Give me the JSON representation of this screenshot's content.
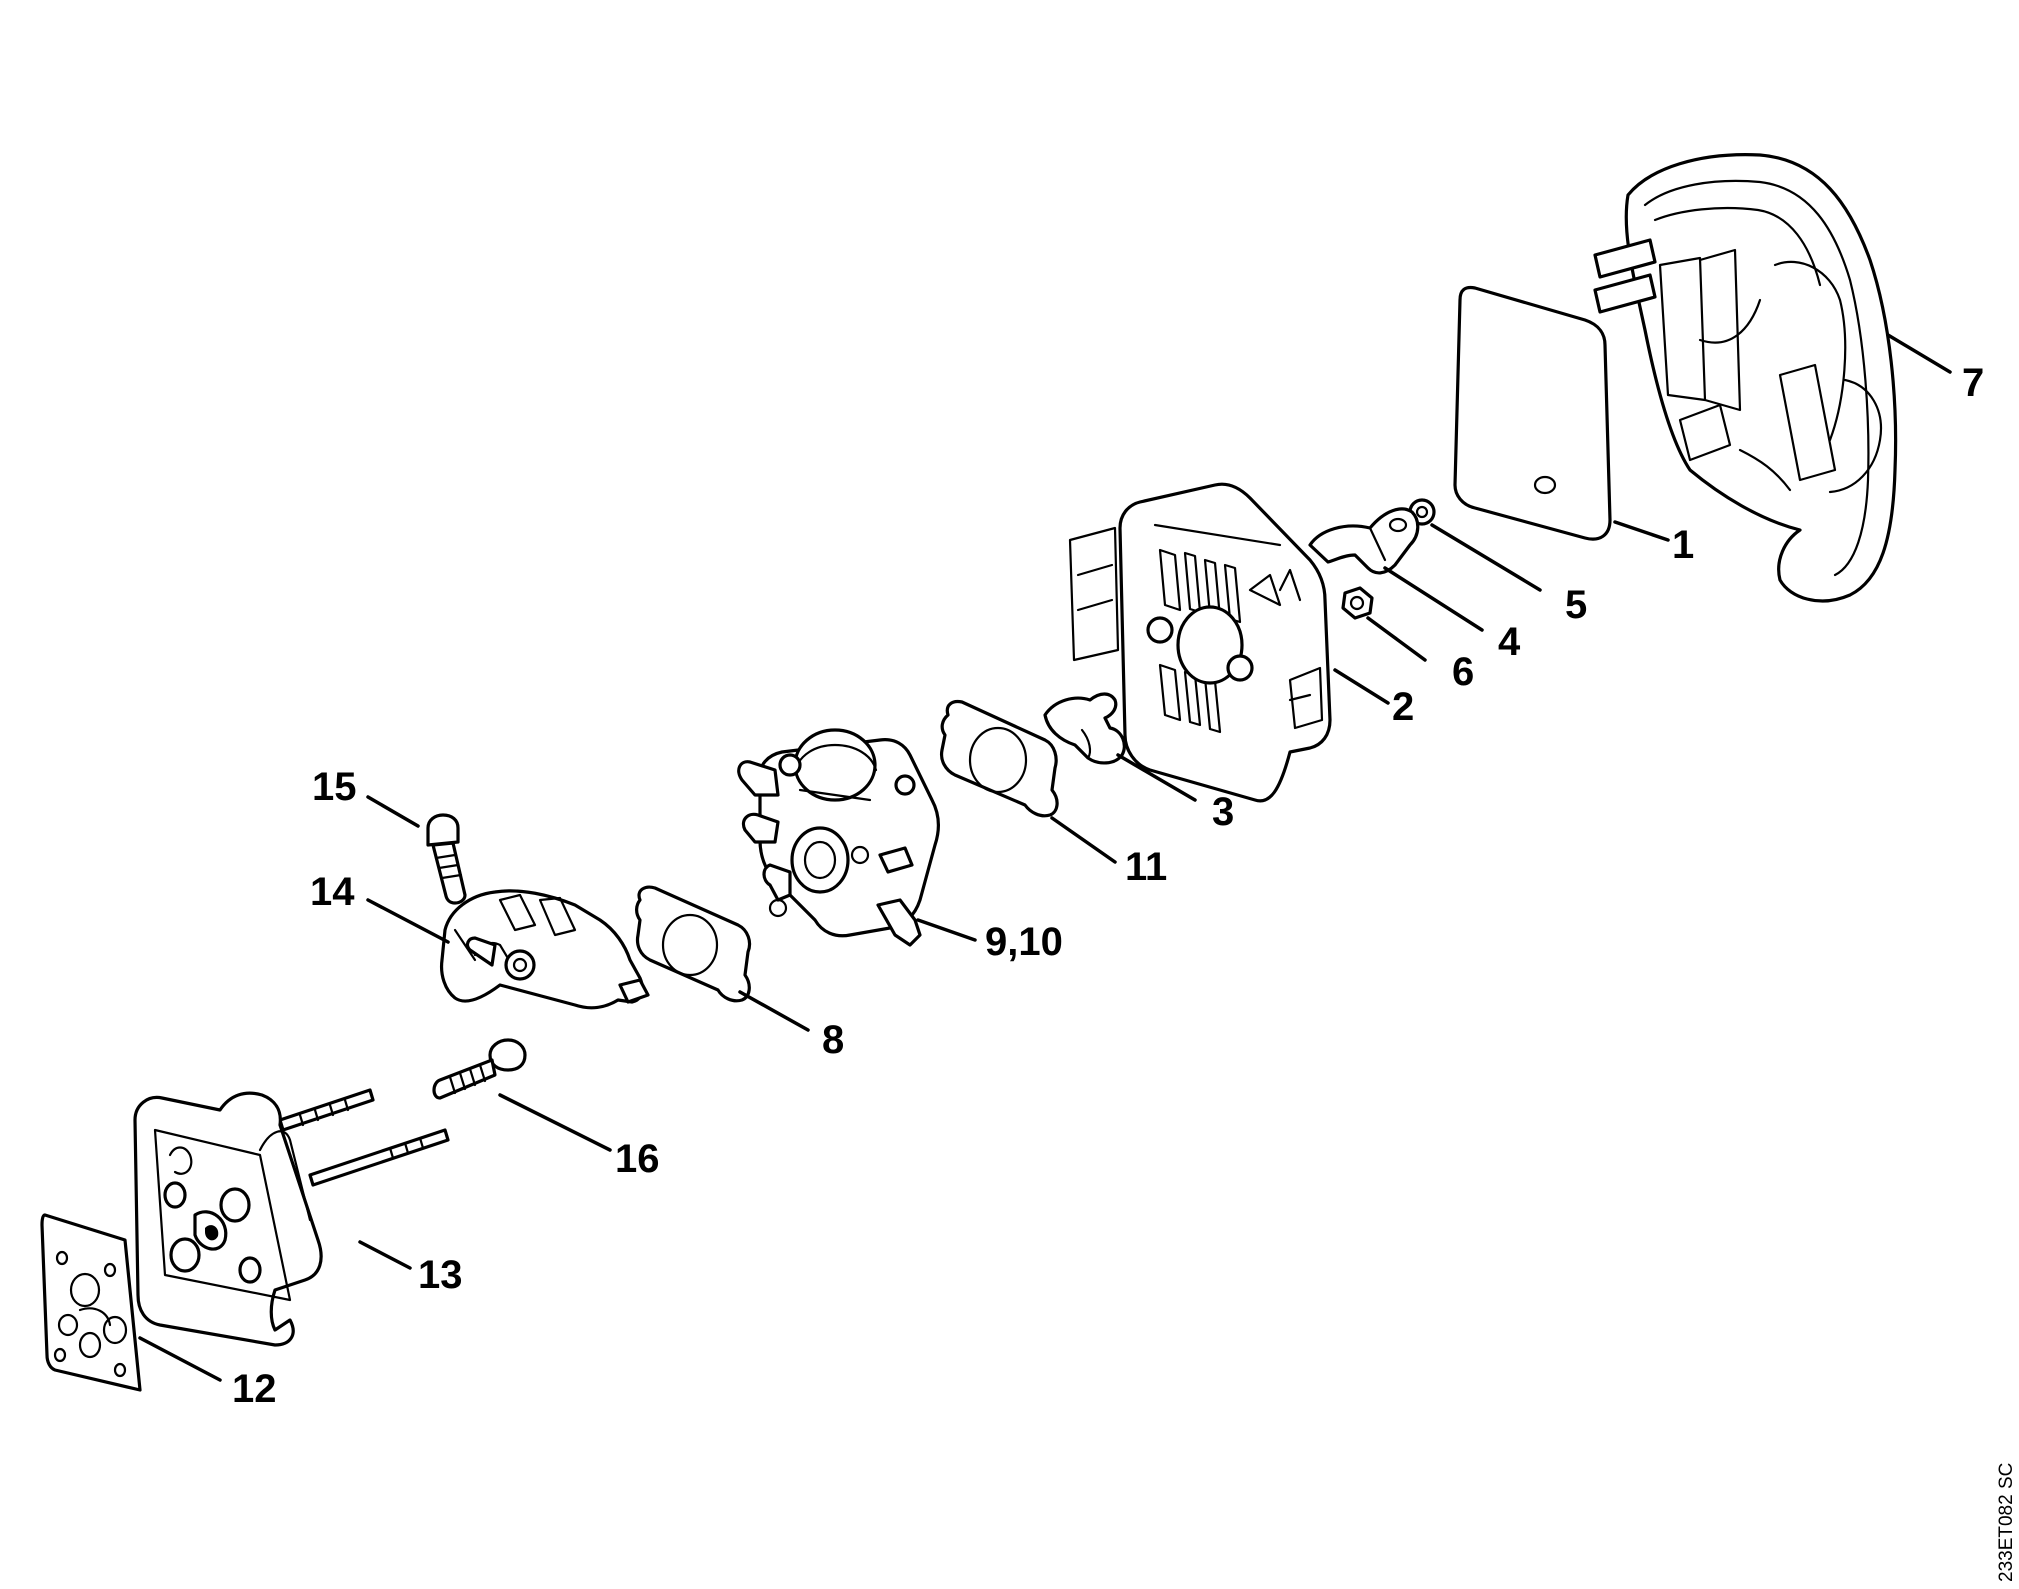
{
  "callouts": {
    "c1": "1",
    "c2": "2",
    "c3": "3",
    "c4": "4",
    "c5": "5",
    "c6": "6",
    "c7": "7",
    "c8": "8",
    "c9_10": "9,10",
    "c11": "11",
    "c12": "12",
    "c13": "13",
    "c14": "14",
    "c15": "15",
    "c16": "16"
  },
  "drawing_code": "233ET082 SC",
  "colors": {
    "line": "#000000",
    "background": "#ffffff"
  }
}
